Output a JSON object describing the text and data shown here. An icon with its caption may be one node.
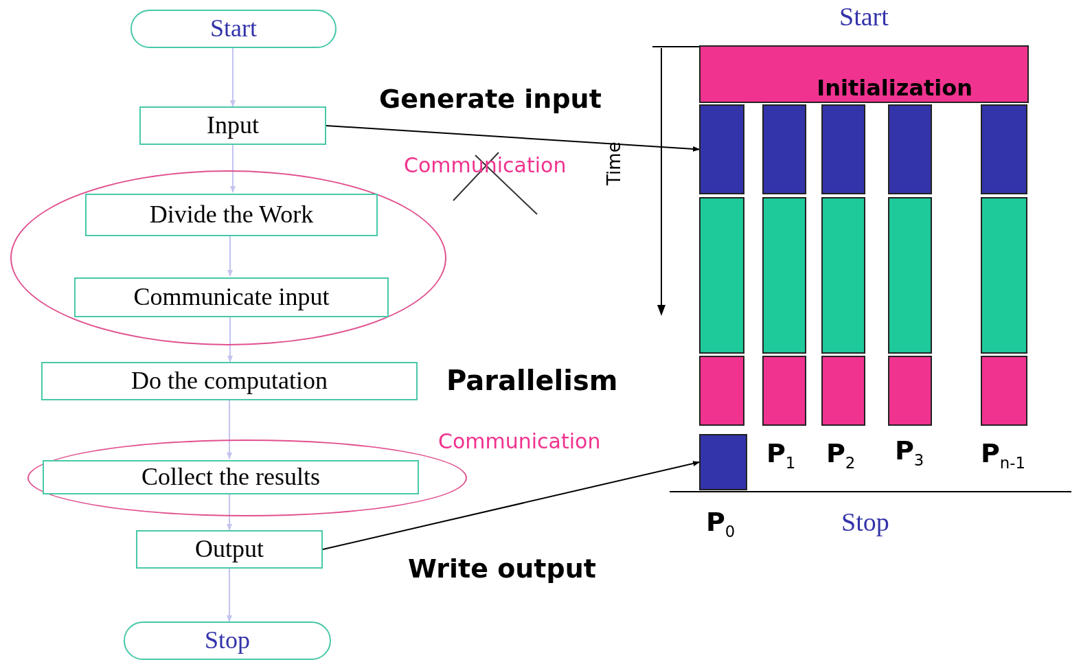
{
  "diagram": {
    "nodes": [
      {
        "text": [
          "Start"
        ]
      },
      {
        "text": [
          "Input"
        ]
      },
      {
        "text": [],
        "shape": "ellipse"
      },
      {
        "text": [
          "Divide the Work"
        ],
        "in": 2
      },
      {
        "text": [
          "Communicate input"
        ],
        "in": 2
      },
      {
        "text": [
          "Do the computation"
        ]
      },
      {
        "text": [],
        "shape": "ellipse"
      },
      {
        "text": [
          "Collect the results"
        ],
        "in": 6
      },
      {
        "text": [
          "Output"
        ]
      },
      {
        "text": [
          "Stop"
        ]
      },
      {
        "text": [
          "Initialization"
        ]
      },
      {
        "text": [],
        "shape": "box"
      },
      {
        "text": [],
        "shape": "box"
      },
      {
        "text": [],
        "shape": "box"
      },
      {
        "text": [],
        "shape": "box"
      },
      {
        "text": [],
        "shape": "box"
      },
      {
        "text": [],
        "shape": "box"
      },
      {
        "text": [],
        "shape": "box"
      },
      {
        "text": [],
        "shape": "box"
      },
      {
        "text": [],
        "shape": "box"
      },
      {
        "text": [],
        "shape": "box"
      },
      {
        "text": [],
        "shape": "box"
      },
      {
        "text": [],
        "shape": "box"
      },
      {
        "text": [],
        "shape": "box"
      },
      {
        "text": [],
        "shape": "box"
      },
      {
        "text": [],
        "shape": "box"
      },
      {
        "text": [],
        "shape": "box"
      }
    ],
    "edges": [
      {
        "from": 0,
        "to": 1,
        "arrow": "to"
      },
      {
        "from": 1,
        "to": 3,
        "arrow": "to"
      },
      {
        "from": 3,
        "to": 4,
        "arrow": "to"
      },
      {
        "from": 4,
        "to": 5,
        "arrow": "to"
      },
      {
        "from": 5,
        "to": 7,
        "arrow": "to"
      },
      {
        "from": 7,
        "to": 8,
        "arrow": "to"
      },
      {
        "from": 8,
        "to": 9,
        "arrow": "to"
      },
      {
        "from": 1,
        "to": 11,
        "arrow": "to",
        "label": "Generate input",
        "color": "#000000"
      },
      {
        "from": 8,
        "to": 26,
        "arrow": "to",
        "label": "Write output",
        "color": "#000000"
      }
    ],
    "labels": [
      "Start",
      "Communication",
      "Time",
      "Parallelism",
      "Communication",
      "P$_{1}$",
      "P$_{2}$",
      "P$_{3}$",
      "P$_{n-1}$",
      "P$_{0}$",
      "Stop"
    ]
  }
}
